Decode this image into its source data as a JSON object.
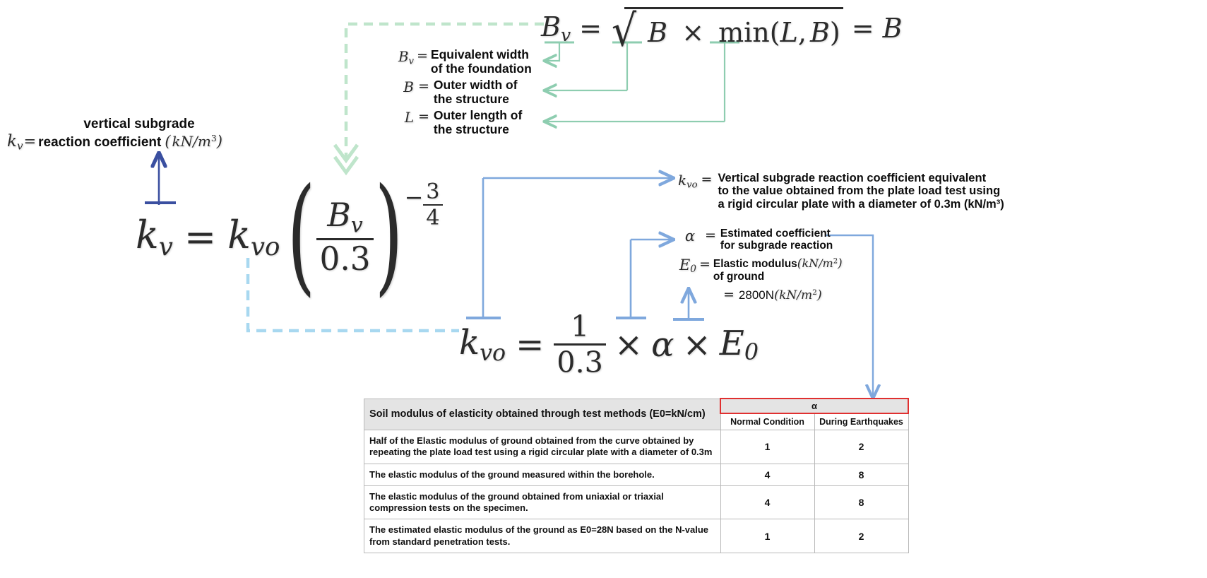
{
  "diagram": {
    "title": "Vertical subgrade reaction coefficient formula breakdown",
    "colors": {
      "green_arrow": "#9ed6b8",
      "green_dashed": "#bfe5cb",
      "blue_arrow": "#8ab0e0",
      "blue_dashed": "#a8d8f0",
      "navy_arrow": "#3a4fa0",
      "table_accent": "#e03030"
    }
  },
  "kv_label": {
    "line1": "vertical subgrade",
    "line2": "reaction coefficient",
    "symbol": "k",
    "symbol_sub": "v",
    "equals": "=",
    "unit_open": "(",
    "unit": "kN/m",
    "unit_exp": "3",
    "unit_close": ")"
  },
  "main_formula": {
    "lhs": "k",
    "lhs_sub": "v",
    "equals": "=",
    "rhs_coef": "k",
    "rhs_coef_sub": "vo",
    "numerator": "B",
    "numerator_sub": "v",
    "denominator": "0.3",
    "exponent_sign": "−",
    "exponent_num": "3",
    "exponent_den": "4"
  },
  "bv_formula": {
    "lhs": "B",
    "lhs_sub": "v",
    "equals": "=",
    "radicand_a": "B",
    "times": "×",
    "min_fn": "min(",
    "min_arg1": "L",
    "min_comma": ",",
    "min_arg2": "B",
    "min_close": ")",
    "result_equals": "=",
    "result": "B"
  },
  "bv_definitions": [
    {
      "symbol": "B",
      "symbol_sub": "v",
      "equals": "=",
      "text": "Equivalent width\nof the foundation"
    },
    {
      "symbol": "B",
      "symbol_sub": "",
      "equals": "=",
      "text": "Outer width of\nthe structure"
    },
    {
      "symbol": "L",
      "symbol_sub": "",
      "equals": "=",
      "text": "Outer length of\nthe structure"
    }
  ],
  "kvo_definition": {
    "symbol": "k",
    "symbol_sub": "vo",
    "equals": "=",
    "line1": "Vertical subgrade reaction coefficient equivalent",
    "line2": "to the value obtained from the plate load test using",
    "line3": "a rigid circular plate with a diameter of 0.3m (kN/m³)"
  },
  "alpha_definition": {
    "symbol": "α",
    "equals": "=",
    "line1": "Estimated coefficient",
    "line2": "for subgrade reaction"
  },
  "e0_definition": {
    "symbol": "E",
    "symbol_sub": "0",
    "equals": "=",
    "text_line1": "Elastic modulus",
    "unit_open": "(",
    "unit": "kN/m",
    "unit_exp": "2",
    "unit_close": ")",
    "text_line2": "of ground",
    "value_equals": "=",
    "value": "2800N",
    "value_unit_open": "(",
    "value_unit": "kN/m",
    "value_unit_exp": "2",
    "value_unit_close": ")"
  },
  "kvo_formula": {
    "lhs": "k",
    "lhs_sub": "vo",
    "equals": "=",
    "frac_num": "1",
    "frac_den": "0.3",
    "times1": "×",
    "alpha": "α",
    "times2": "×",
    "e0": "E",
    "e0_sub": "0"
  },
  "table": {
    "header_desc": "Soil modulus of elasticity obtained through test methods (E0=kN/cm)",
    "header_alpha": "α",
    "header_cols": [
      "Normal Condition",
      "During Earthquakes"
    ],
    "rows": [
      {
        "description": "Half of the Elastic modulus of ground obtained from the curve obtained by repeating the plate load test using a rigid circular plate with a diameter of 0.3m",
        "normal": "1",
        "earthquake": "2"
      },
      {
        "description": "The elastic modulus of the ground measured within the borehole.",
        "normal": "4",
        "earthquake": "8"
      },
      {
        "description": "The elastic modulus of the ground obtained from uniaxial or triaxial compression tests on the specimen.",
        "normal": "4",
        "earthquake": "8"
      },
      {
        "description": "The estimated elastic modulus of the ground as E0=28N based on the N-value from standard penetration tests.",
        "normal": "1",
        "earthquake": "2"
      }
    ]
  }
}
